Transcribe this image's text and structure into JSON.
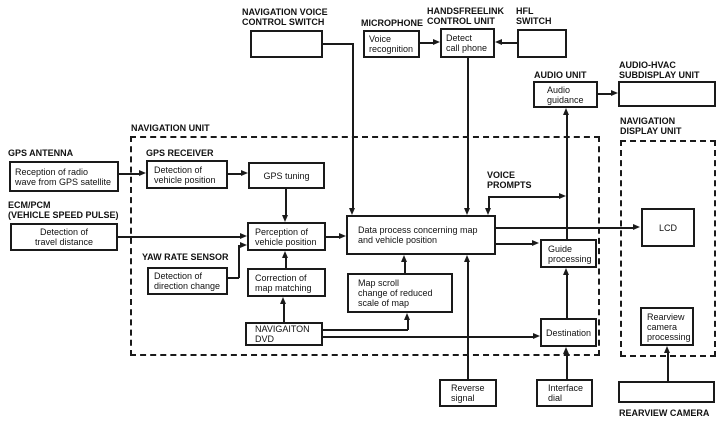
{
  "colors": {
    "line": "#1a1a1a",
    "background": "#ffffff"
  },
  "labels": {
    "nav_voice_control_switch": "NAVIGATION VOICE\nCONTROL SWITCH",
    "microphone": "MICROPHONE",
    "handsfreelink": "HANDSFREELINK\nCONTROL UNIT",
    "hfl_switch": "HFL\nSWITCH",
    "audio_unit": "AUDIO UNIT",
    "audio_hvac": "AUDIO-HVAC\nSUBDISPLAY UNIT",
    "navigation_unit": "NAVIGATION UNIT",
    "navigation_display_unit": "NAVIGATION\nDISPLAY UNIT",
    "gps_antenna": "GPS ANTENNA",
    "ecm_pcm": "ECM/PCM\n(VEHICLE SPEED PULSE)",
    "gps_receiver": "GPS RECEIVER",
    "yaw_rate_sensor": "YAW RATE SENSOR",
    "voice_prompts": "VOICE\nPROMPTS",
    "rearview_camera": "REARVIEW CAMERA"
  },
  "boxes": {
    "voice_recognition": "Voice\nrecognition",
    "detect_call_phone": "Detect\ncall phone",
    "audio_guidance": "Audio\nguidance",
    "gps_reception": "Reception of radio\nwave from GPS satellite",
    "travel_distance": "Detection of\ntravel distance",
    "vehicle_position_detection": "Detection of\nvehicle position",
    "gps_tuning": "GPS tuning",
    "perception": "Perception of\nvehicle position",
    "direction_change": "Detection of\ndirection change",
    "map_matching": "Correction of\nmap matching",
    "navigation_dvd": "NAVIGAITON\nDVD",
    "map_scroll": "Map scroll\nchange of reduced\nscale of map",
    "data_process": "Data process concerning map\nand vehicle position",
    "guide_processing": "Guide\nprocessing",
    "destination": "Destination",
    "lcd": "LCD",
    "rearview_processing": "Rearview\ncamera\nprocessing",
    "reverse_signal": "Reverse\nsignal",
    "interface_dial": "Interface\ndial"
  }
}
